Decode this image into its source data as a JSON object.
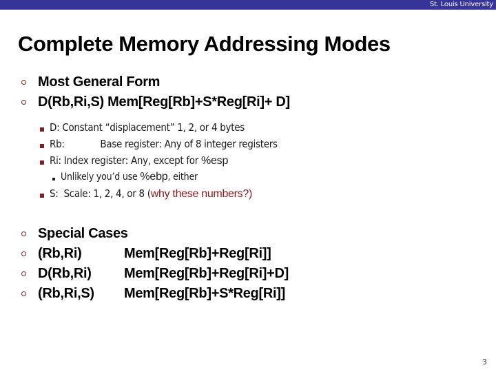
{
  "banner": {
    "institution": "St. Louis University"
  },
  "title": "Complete Memory Addressing Modes",
  "sections": [
    {
      "heading": "Most General Form",
      "formula_line": "D(Rb,Ri,S) Mem[Reg[Rb]+S*Reg[Ri]+ D]",
      "details": [
        {
          "label": "D:",
          "text": " Constant “displacement” 1, 2, or 4 bytes"
        },
        {
          "label": "Rb:",
          "text": "             Base register: Any of 8 integer registers"
        },
        {
          "label": "Ri:",
          "text": " Index register: Any, except for ",
          "emphasis": "%esp"
        },
        {
          "label": "S:",
          "text": "  Scale: 1, 2, 4, or 8 (",
          "emphasis_red": "why these numbers?",
          "tail": ")"
        }
      ],
      "subnote": {
        "prefix": "Unlikely you’d use ",
        "emphasis": "%ebp",
        "suffix": ", either"
      }
    },
    {
      "heading": "Special Cases",
      "cases": [
        {
          "mode": "(Rb,Ri)",
          "expansion": "Mem[Reg[Rb]+Reg[Ri]]"
        },
        {
          "mode": "D(Rb,Ri)",
          "expansion": "Mem[Reg[Rb]+Reg[Ri]+D]"
        },
        {
          "mode": "(Rb,Ri,S)",
          "expansion": "Mem[Reg[Rb]+S*Reg[Ri]]"
        }
      ]
    }
  ],
  "page_number": "3",
  "colors": {
    "banner": "#363399",
    "bullet": "#7E2020",
    "accent_red": "#8B1A1A",
    "text": "#000000"
  }
}
